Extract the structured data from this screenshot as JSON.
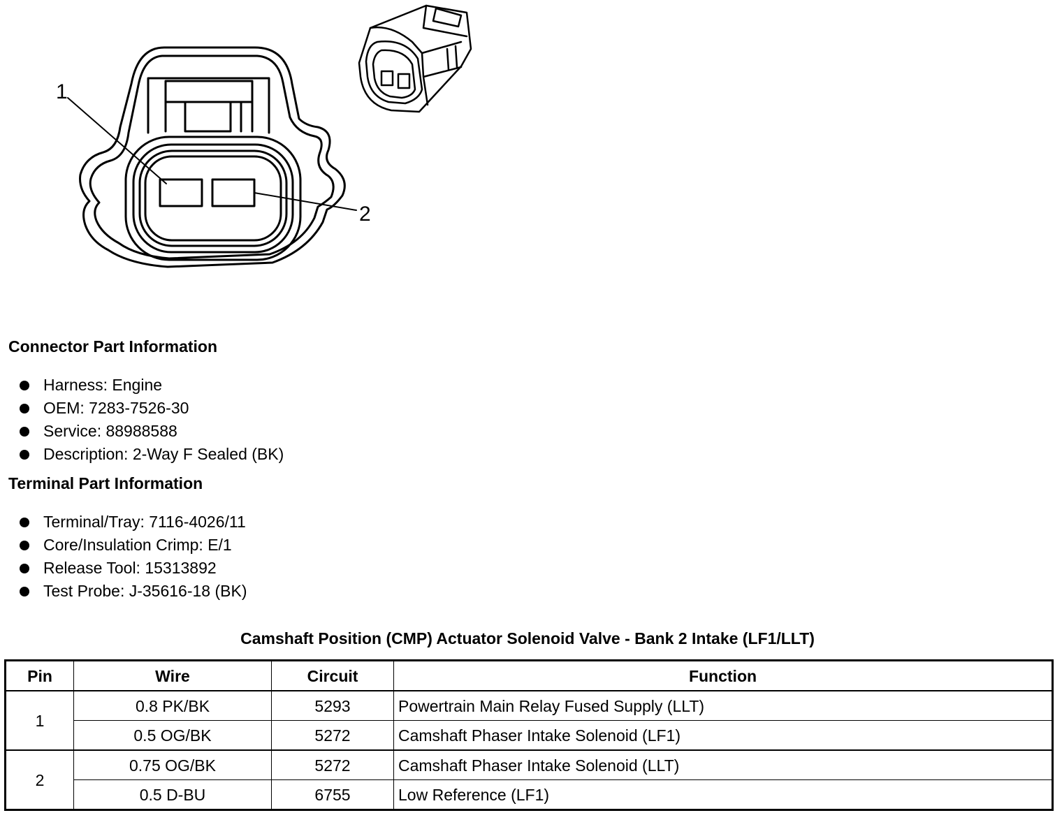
{
  "figure": {
    "callouts": [
      "1",
      "2"
    ]
  },
  "connector_info": {
    "heading": "Connector Part Information",
    "items": [
      "Harness: Engine",
      "OEM: 7283-7526-30",
      "Service: 88988588",
      "Description: 2-Way F Sealed (BK)"
    ]
  },
  "terminal_info": {
    "heading": "Terminal Part Information",
    "items": [
      "Terminal/Tray: 7116-4026/11",
      "Core/Insulation Crimp: E/1",
      "Release Tool: 15313892",
      "Test Probe: J-35616-18 (BK)"
    ]
  },
  "table": {
    "title": "Camshaft Position (CMP) Actuator Solenoid Valve - Bank 2 Intake (LF1/LLT)",
    "headers": [
      "Pin",
      "Wire",
      "Circuit",
      "Function"
    ],
    "groups": [
      {
        "pin": "1",
        "rows": [
          {
            "wire": "0.8 PK/BK",
            "circuit": "5293",
            "function": "Powertrain Main Relay Fused Supply (LLT)"
          },
          {
            "wire": "0.5 OG/BK",
            "circuit": "5272",
            "function": "Camshaft Phaser Intake Solenoid (LF1)"
          }
        ]
      },
      {
        "pin": "2",
        "rows": [
          {
            "wire": "0.75 OG/BK",
            "circuit": "5272",
            "function": "Camshaft Phaser Intake Solenoid (LLT)"
          },
          {
            "wire": "0.5 D-BU",
            "circuit": "6755",
            "function": "Low Reference (LF1)"
          }
        ]
      }
    ]
  }
}
